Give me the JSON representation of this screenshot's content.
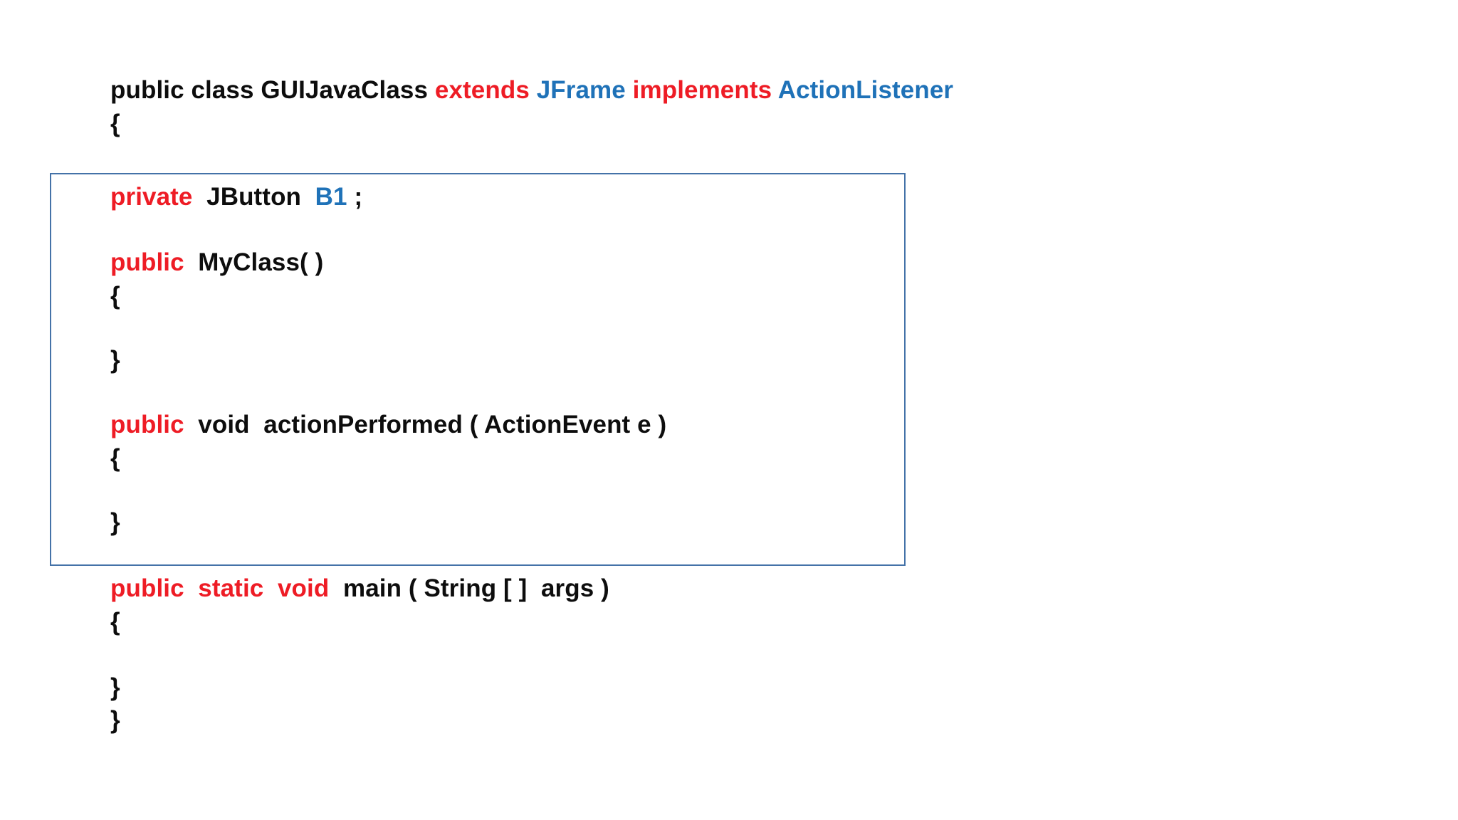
{
  "slide": {
    "background_color": "#ffffff",
    "accent_colors": {
      "keyword_red": "#ee1c25",
      "type_blue": "#1f72b8",
      "text_black": "#0d0d0d",
      "box_border_blue": "#4472a8"
    }
  },
  "highlight_box": {
    "label": "inner-members-highlight",
    "border_color": "#4472a8"
  },
  "code": {
    "language": "java",
    "lines": [
      {
        "id": "class-declaration",
        "indent": 0,
        "tokens": [
          {
            "text": "public class GUIJavaClass ",
            "color": "black"
          },
          {
            "text": "extends ",
            "color": "red"
          },
          {
            "text": "JFrame ",
            "color": "blue"
          },
          {
            "text": "implements ",
            "color": "red"
          },
          {
            "text": "ActionListener",
            "color": "blue"
          }
        ]
      },
      {
        "id": "class-open-brace",
        "indent": 0,
        "tokens": [
          {
            "text": "{",
            "color": "black"
          }
        ]
      },
      {
        "id": "field-b1",
        "indent": 1,
        "tokens": [
          {
            "text": "private",
            "color": "red"
          },
          {
            "text": "  JButton  ",
            "color": "black"
          },
          {
            "text": "B1",
            "color": "blue"
          },
          {
            "text": " ;",
            "color": "black"
          }
        ]
      },
      {
        "id": "constructor-signature",
        "indent": 1,
        "tokens": [
          {
            "text": "public",
            "color": "red"
          },
          {
            "text": "  MyClass( )",
            "color": "black"
          }
        ]
      },
      {
        "id": "constructor-open-brace",
        "indent": 1,
        "tokens": [
          {
            "text": "{",
            "color": "black"
          }
        ]
      },
      {
        "id": "constructor-close-brace",
        "indent": 1,
        "tokens": [
          {
            "text": "}",
            "color": "black"
          }
        ]
      },
      {
        "id": "action-performed-signature",
        "indent": 1,
        "tokens": [
          {
            "text": "public",
            "color": "red"
          },
          {
            "text": "  void  actionPerformed ( ActionEvent e )",
            "color": "black"
          }
        ]
      },
      {
        "id": "action-performed-open-brace",
        "indent": 1,
        "tokens": [
          {
            "text": "{",
            "color": "black"
          }
        ]
      },
      {
        "id": "action-performed-close-brace",
        "indent": 1,
        "tokens": [
          {
            "text": "}",
            "color": "black"
          }
        ]
      },
      {
        "id": "main-signature",
        "indent": 1,
        "tokens": [
          {
            "text": "public  static  void",
            "color": "red"
          },
          {
            "text": "  main ( String [ ]  args )",
            "color": "black"
          }
        ]
      },
      {
        "id": "main-open-brace",
        "indent": 1,
        "tokens": [
          {
            "text": "{",
            "color": "black"
          }
        ]
      },
      {
        "id": "main-close-brace",
        "indent": 1,
        "tokens": [
          {
            "text": "}",
            "color": "black"
          }
        ]
      },
      {
        "id": "class-close-brace",
        "indent": 1,
        "tokens": [
          {
            "text": "}",
            "color": "black"
          }
        ]
      }
    ],
    "plain_text": "public class GUIJavaClass extends JFrame implements ActionListener\n{\n    private  JButton  B1 ;\n\n    public  MyClass( )\n    {\n\n    }\n\n    public  void  actionPerformed ( ActionEvent e )\n    {\n\n    }\n\n    public  static  void  main ( String [ ]  args )\n    {\n\n    }\n}"
  }
}
